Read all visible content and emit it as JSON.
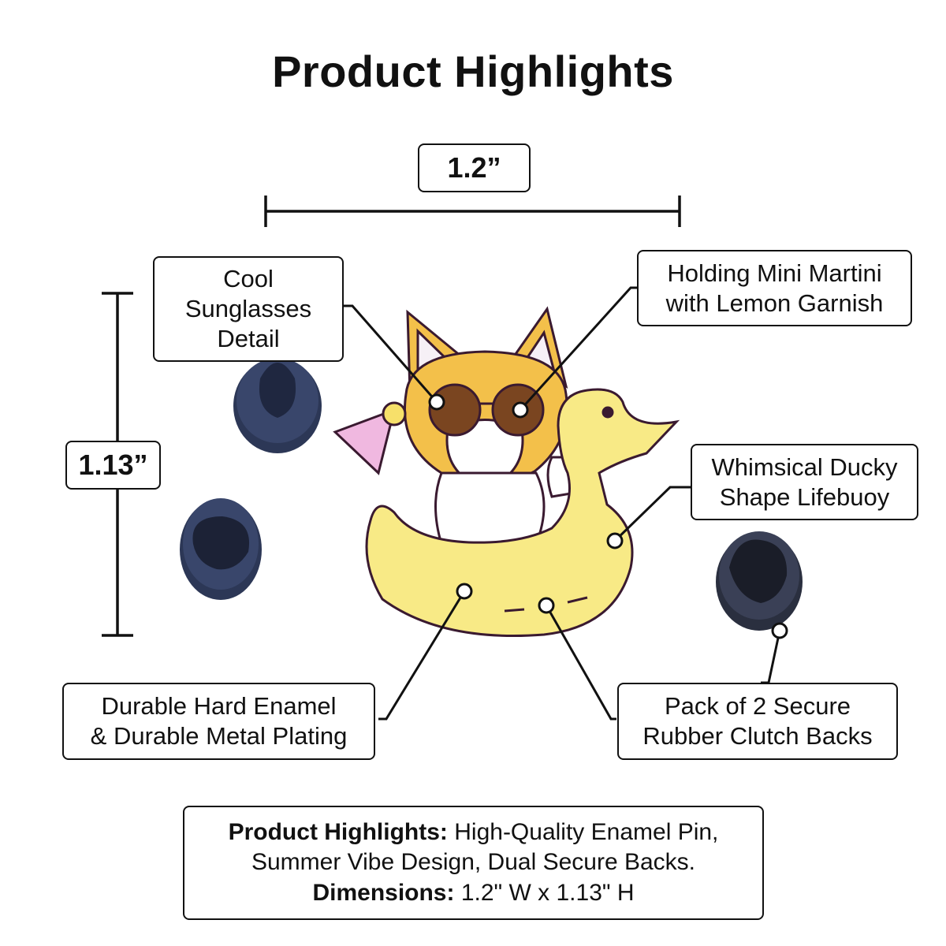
{
  "title": "Product Highlights",
  "dimensions": {
    "width_label": "1.2”",
    "height_label": "1.13”"
  },
  "callouts": {
    "sunglasses": [
      "Cool",
      "Sunglasses",
      "Detail"
    ],
    "martini": [
      "Holding Mini Martini",
      "with Lemon Garnish"
    ],
    "ducky": [
      "Whimsical Ducky",
      "Shape Lifebuoy"
    ],
    "enamel": [
      "Durable Hard Enamel",
      "& Durable Metal Plating"
    ],
    "backs": [
      "Pack of 2 Secure",
      "Rubber Clutch Backs"
    ]
  },
  "summary": {
    "highlights_label": "Product Highlights:",
    "highlights_text": " High-Quality Enamel Pin,",
    "line2": "Summer Vibe Design, Dual Secure Backs.",
    "dimensions_label": "Dimensions:",
    "dimensions_text": " 1.2\" W x 1.13\" H"
  },
  "colors": {
    "ink": "#111111",
    "pin_yellow": "#f7e57a",
    "corgi_orange": "#f3c04a",
    "clutch_blue": "#2e3a5c"
  }
}
